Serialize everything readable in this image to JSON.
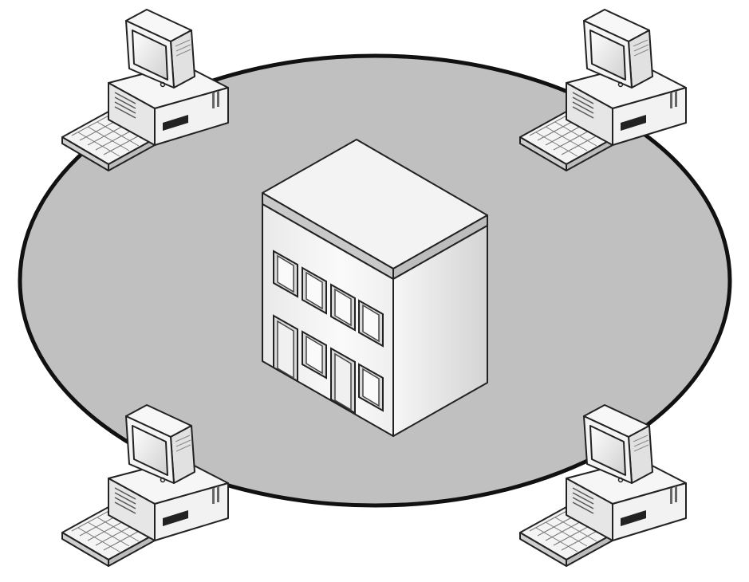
{
  "diagram": {
    "type": "network",
    "topology": "local-area-network",
    "hub": {
      "kind": "building",
      "icon": "office-building-icon"
    },
    "nodes": [
      {
        "kind": "workstation",
        "icon": "desktop-computer-icon",
        "position": "top-left"
      },
      {
        "kind": "workstation",
        "icon": "desktop-computer-icon",
        "position": "top-right"
      },
      {
        "kind": "workstation",
        "icon": "desktop-computer-icon",
        "position": "bottom-left"
      },
      {
        "kind": "workstation",
        "icon": "desktop-computer-icon",
        "position": "bottom-right"
      }
    ]
  },
  "colors": {
    "area_fill": "#c0c0c0",
    "area_stroke": "#111111",
    "building_top": "#f4f4f4",
    "building_front": "#f2f2f2",
    "building_side": "#dcdcdc",
    "window_frame": "#cfcfcf",
    "computer_light": "#f5f5f5",
    "computer_mid": "#dedede",
    "computer_dark": "#222222"
  }
}
